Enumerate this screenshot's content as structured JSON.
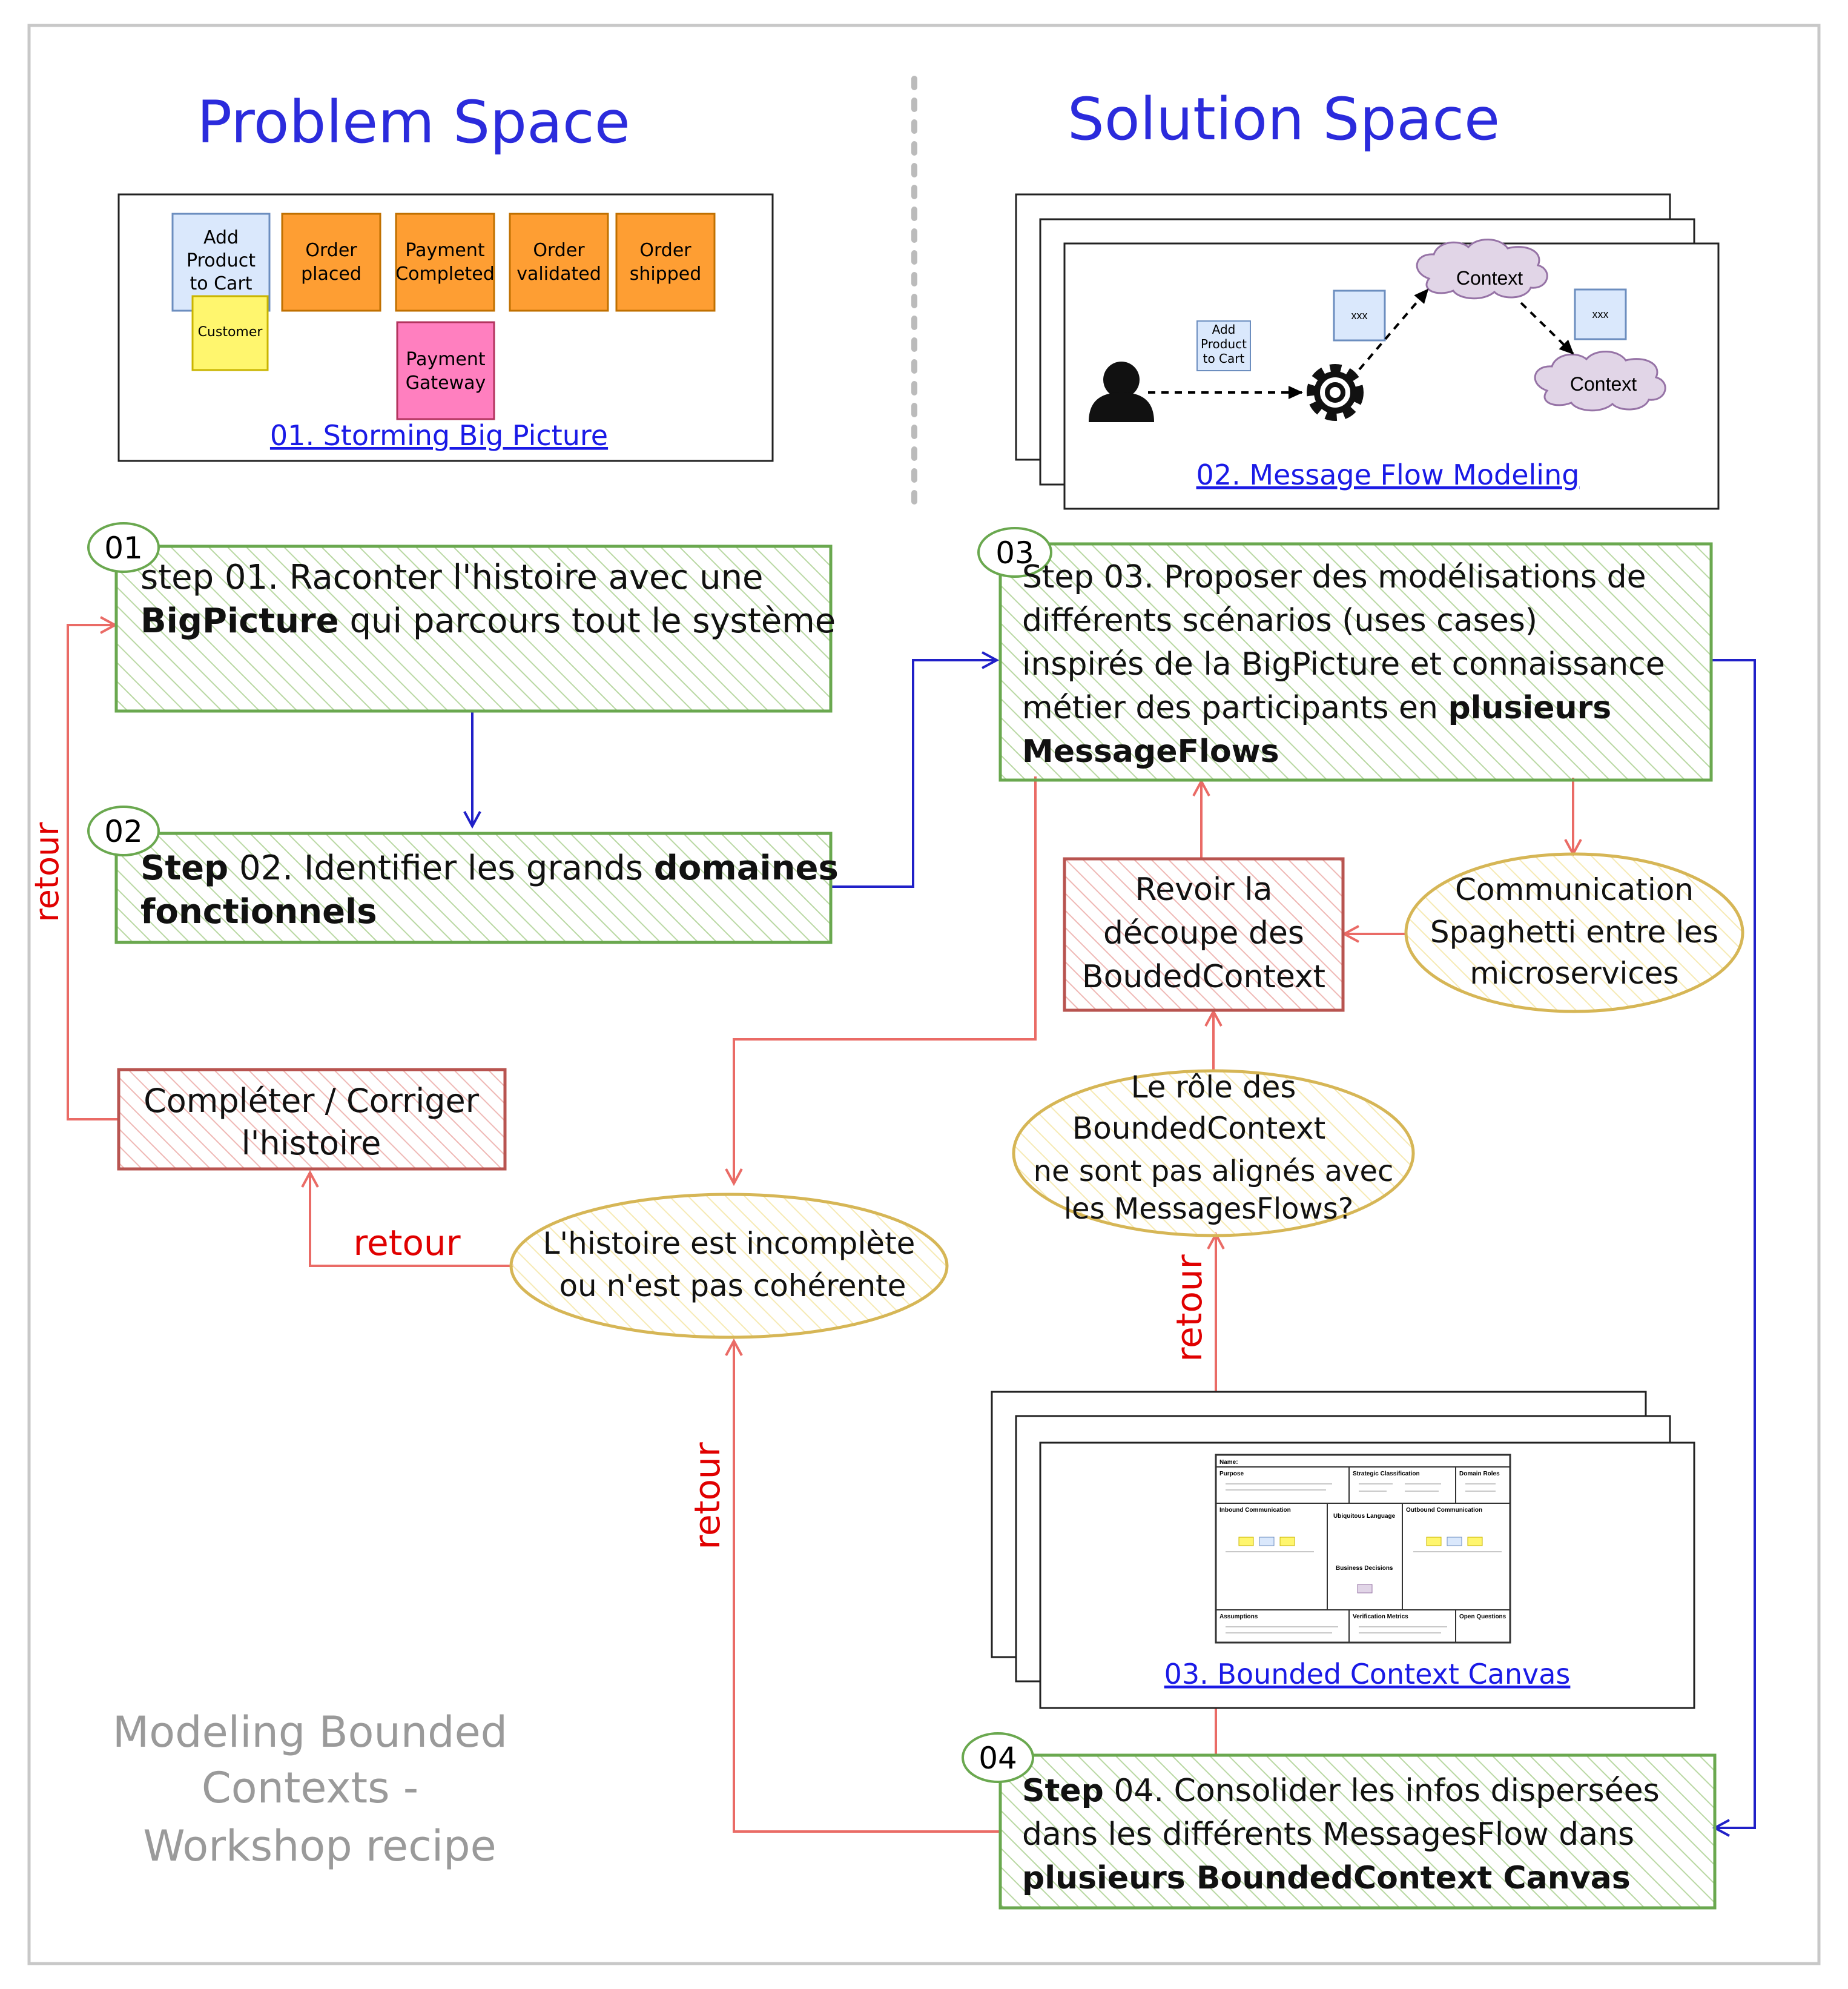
{
  "headers": {
    "problem_space": "Problem Space",
    "solution_space": "Solution Space"
  },
  "big_picture": {
    "stickies": {
      "add_product": [
        "Add",
        "Product",
        "to Cart"
      ],
      "order_placed": [
        "Order",
        "placed"
      ],
      "payment_completed": [
        "Payment",
        "Completed"
      ],
      "order_validated": [
        "Order",
        "validated"
      ],
      "order_shipped": [
        "Order",
        "shipped"
      ],
      "customer": "Customer",
      "payment_gateway": [
        "Payment",
        "Gateway"
      ]
    },
    "link": "01. Storming Big Picture"
  },
  "message_flow": {
    "add_product": [
      "Add",
      "Product",
      "to Cart"
    ],
    "xxx": "xxx",
    "context": "Context",
    "link": "02. Message Flow Modeling"
  },
  "steps": {
    "s1": {
      "badge": "01",
      "line1": "step 01. Raconter l'histoire avec une",
      "line2_bold": "BigPicture",
      "line2_rest": " qui parcours tout le système"
    },
    "s2": {
      "badge": "02",
      "line1_bold": "Step",
      "line1_rest": " 02. Identifier les grands ",
      "line1_bold2": "domaines",
      "line2_bold": "fonctionnels"
    },
    "s3": {
      "badge": "03",
      "line1": "Step 03. Proposer des modélisations de",
      "line2": "différents scénarios (uses cases)",
      "line3": "inspirés de la BigPicture et connaissance",
      "line4_rest": "métier des participants en ",
      "line4_bold": "plusieurs",
      "line5_bold": "MessageFlows"
    },
    "s4": {
      "badge": "04",
      "line1_bold": "Step",
      "line1_rest": " 04. Consolider les infos dispersées",
      "line2": "dans les différents MessagesFlow dans",
      "line3_bold": "plusieurs BoundedContext Canvas"
    }
  },
  "nodes": {
    "revoir": [
      "Revoir la",
      "découpe des",
      "BoudedContext"
    ],
    "spaghetti": [
      "Communication",
      "Spaghetti entre les",
      "microservices"
    ],
    "completer": [
      "Compléter / Corriger",
      "l'histoire"
    ],
    "role": [
      "Le rôle des",
      "BoundedContext",
      "ne sont pas alignés avec",
      "les MessagesFlows?"
    ],
    "incomplete": [
      "L'histoire est incomplète",
      "ou n'est pas cohérente"
    ]
  },
  "canvas": {
    "link": "03. Bounded Context Canvas",
    "sections": {
      "name": "Name:",
      "purpose": "Purpose",
      "strategic": "Strategic Classification",
      "domain_roles": "Domain Roles",
      "inbound": "Inbound Communication",
      "ubiquitous": "Ubiquitous Language",
      "outbound": "Outbound Communication",
      "business": "Business Decisions",
      "assumptions": "Assumptions",
      "verification": "Verification Metrics",
      "open_questions": "Open Questions"
    }
  },
  "edge_labels": {
    "retour": "retour"
  },
  "footer": [
    "Modeling Bounded",
    "Contexts -",
    "Workshop recipe"
  ],
  "colors": {
    "title_blue": "#2b2bdc",
    "link_blue": "#1a1ae6",
    "green_border": "#6aa84f",
    "red_border": "#b85450",
    "red_arrow": "#ea6b66",
    "blue_arrow": "#2020c8",
    "yellow_border": "#d6b656",
    "orange_sticky": "#fe9e33",
    "blue_sticky": "#dae8fc",
    "yellow_sticky": "#fff66e",
    "pink_sticky": "#ff7fbf",
    "purple_cloud": "#e1d5e7",
    "retour_red": "#e00000"
  }
}
